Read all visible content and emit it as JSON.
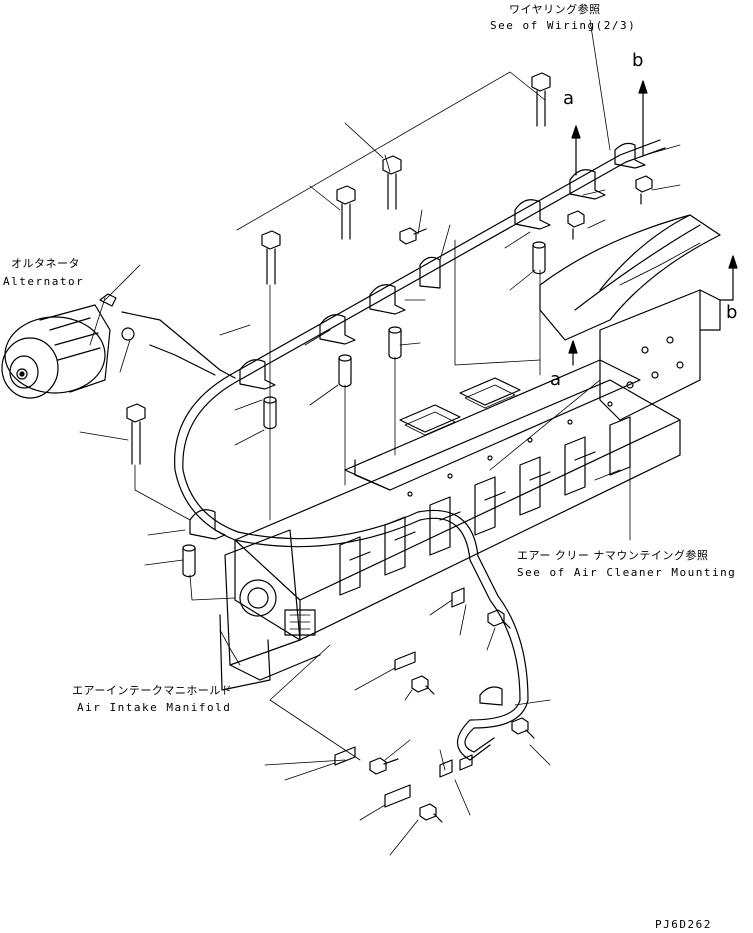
{
  "labels": {
    "wiring_jp": "ワイヤリング参照",
    "wiring_en": "See of Wiring(2/3)",
    "alternator_jp": "オルタネータ",
    "alternator_en": "Alternator",
    "air_cleaner_jp": "エアー クリー ナマウンテイング参照",
    "air_cleaner_en": "See of Air Cleaner Mounting",
    "intake_jp": "エアーインテークマニホールド",
    "intake_en": "Air Intake Manifold",
    "drawing_code": "PJ6D262"
  },
  "markers": {
    "a_top": "a",
    "a_bottom": "a",
    "b_top": "b",
    "b_right": "b"
  }
}
